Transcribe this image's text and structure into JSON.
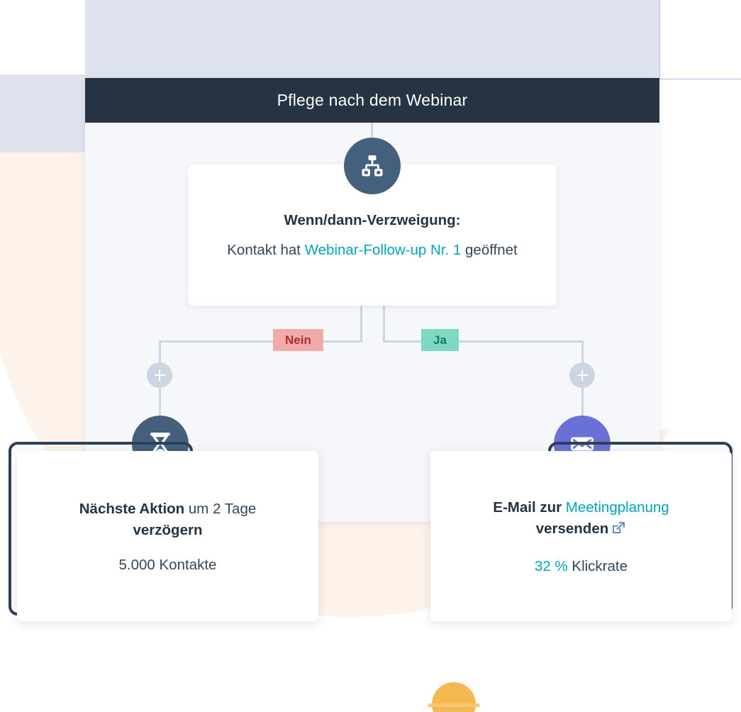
{
  "panel": {
    "header_title": "Pflege nach dem Webinar"
  },
  "branch_node": {
    "icon": "hierarchy-branch-icon",
    "title": "Wenn/dann-Verzweigung:",
    "condition_prefix": "Kontakt hat ",
    "condition_link": "Webinar-Follow-up Nr. 1",
    "condition_suffix": " geöffnet"
  },
  "branches": {
    "no_label": "Nein",
    "yes_label": "Ja",
    "add_step_label": "+"
  },
  "outcomes": [
    {
      "icon": "hourglass-delay-icon",
      "line1_bold": "Nächste Aktion",
      "line1_rest": " um 2 Tage",
      "line1_bold2": "verzögern",
      "stat": "5.000 Kontakte"
    },
    {
      "icon": "envelope-email-icon",
      "line1_bold": "E-Mail zur ",
      "line1_link": "Meetingplanung",
      "line1_bold2": "versenden",
      "stat_value": "32 %",
      "stat_label": " Klickrate",
      "external_icon": "external-link-icon"
    }
  ],
  "colors": {
    "header_bg": "#253342",
    "panel_bg": "#f5f7fa",
    "connector": "#cbd6e2",
    "teal_link": "#00a3bb",
    "slate_node": "#45607d",
    "purple_node": "#6a70d6",
    "badge_no_bg": "#f2a9a9",
    "badge_no_text": "#b02b2b",
    "badge_yes_bg": "#7fd9c2",
    "badge_yes_text": "#10796a",
    "bracket": "#2e4057",
    "cream": "#fdf3ea",
    "lavender": "#dfe3ed",
    "gold": "#f5b951"
  }
}
